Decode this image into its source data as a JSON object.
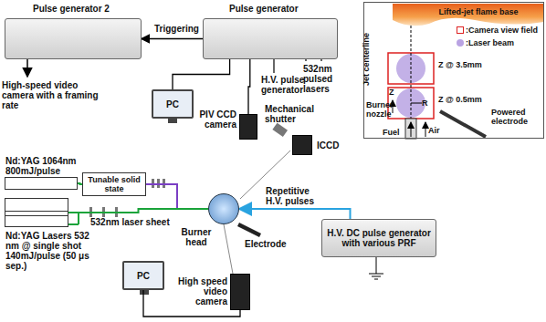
{
  "diagram": {
    "nodes": [
      {
        "text": [
          "Pulse generator 2"
        ]
      },
      {
        "text": [
          "Pulse generator"
        ]
      },
      {
        "text": [
          "PC"
        ]
      },
      {
        "text": [
          "PIV CCD camera"
        ]
      },
      {
        "text": [
          "ICCD"
        ]
      },
      {
        "text": [
          "Nd:YAG 1064nm 800mJ/pulse"
        ]
      },
      {
        "text": [
          "Tunable solid state"
        ]
      },
      {
        "text": [
          "Nd:YAG Lasers 532 nm @ single shot 140mJ/pulse (50 μs sep.)"
        ]
      },
      {
        "text": [
          "Burner head"
        ]
      },
      {
        "text": [
          "H.V. DC pulse generator with various PRF"
        ]
      },
      {
        "text": [
          "PC"
        ]
      },
      {
        "text": [
          "High speed video camera"
        ]
      },
      {
        "text": [
          "Lifted-jet flame base"
        ]
      }
    ],
    "edges": [
      {
        "from": 1,
        "to": 0,
        "label": "Triggering",
        "arrow": "to"
      },
      {
        "from": 2,
        "to": 1,
        "arrow": "none"
      },
      {
        "from": 1,
        "to": 3,
        "arrow": "none"
      },
      {
        "from": 9,
        "to": 8,
        "label": "Repetitive H.V. pulses",
        "arrow": "to"
      },
      {
        "from": 10,
        "to": 11,
        "arrow": "none"
      },
      {
        "from": 5,
        "to": 6,
        "arrow": "none"
      },
      {
        "from": 6,
        "to": 8,
        "arrow": "none"
      },
      {
        "from": 7,
        "to": 8,
        "label": "532nm laser sheet",
        "arrow": "none"
      }
    ],
    "labels": [
      "High-speed video camera with a framing rate",
      "532nm pulsed lasers",
      "H.V. pulse generator",
      "Mechanical shutter",
      "Electrode",
      "Jet centerline",
      "Z @ 3.5mm",
      "Z @ 0.5mm",
      "Z",
      "R",
      "Burner nozzle",
      "Powered electrode",
      "Fuel",
      "Air"
    ],
    "legend": [
      {
        "text": ":Camera view field"
      },
      {
        "text": ":Laser beam"
      }
    ]
  }
}
